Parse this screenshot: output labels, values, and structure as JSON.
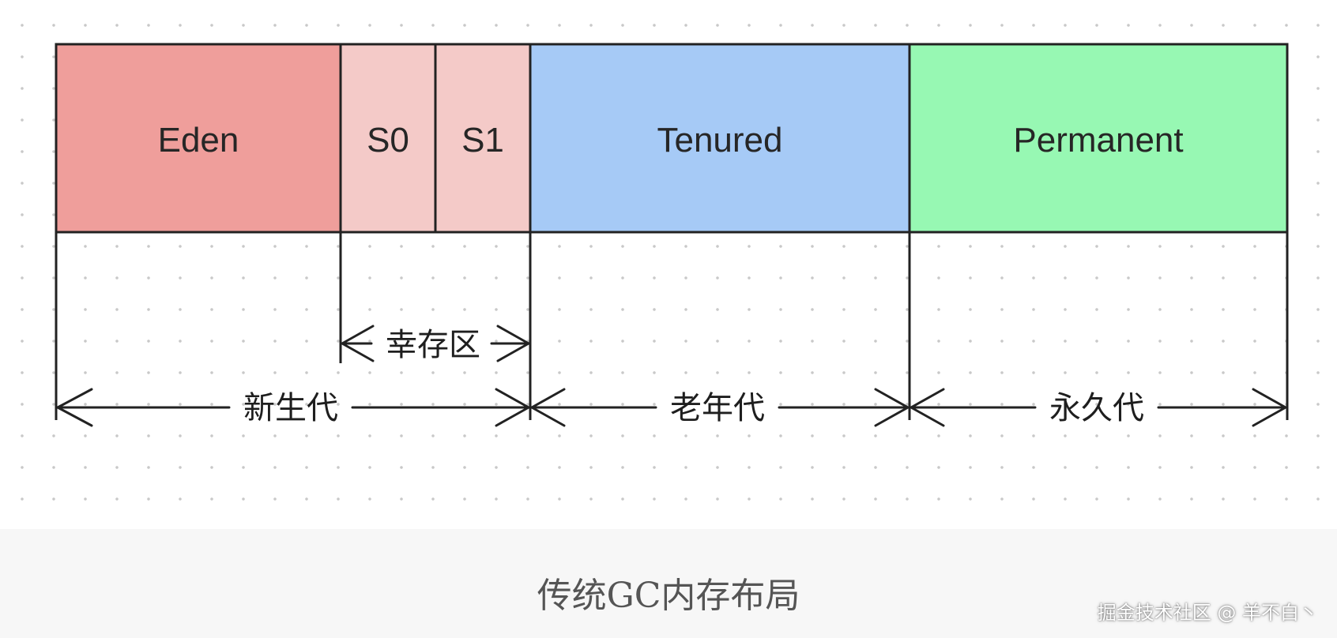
{
  "regions": {
    "eden": {
      "label": "Eden",
      "color": "#ef9e9b"
    },
    "s0": {
      "label": "S0",
      "color": "#f4cac8"
    },
    "s1": {
      "label": "S1",
      "color": "#f4cac8"
    },
    "tenured": {
      "label": "Tenured",
      "color": "#a6caf6"
    },
    "permanent": {
      "label": "Permanent",
      "color": "#97f8b3"
    }
  },
  "spans": {
    "survivor": "幸存区",
    "young": "新生代",
    "old": "老年代",
    "perm": "永久代"
  },
  "caption": "传统GC内存布局",
  "watermark": "掘金技术社区 @ 羊不白丶"
}
